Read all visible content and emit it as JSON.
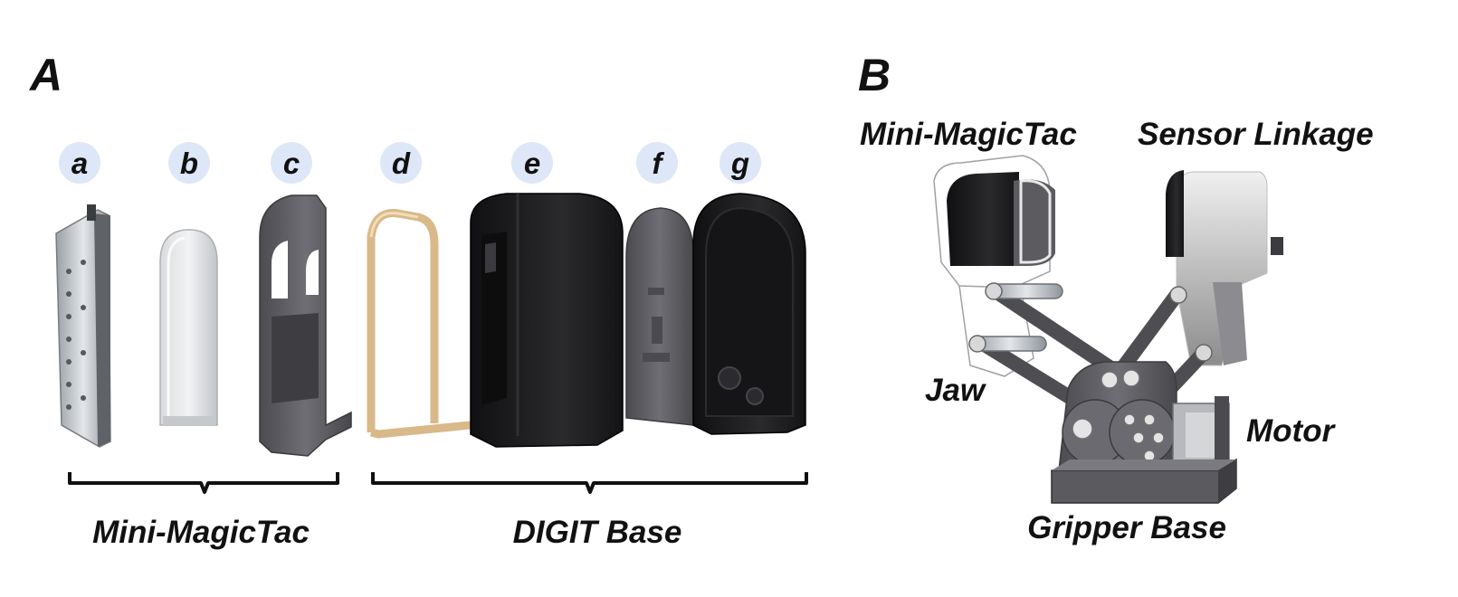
{
  "panels": {
    "a": {
      "label": "A",
      "parts": [
        "a",
        "b",
        "c",
        "d",
        "e",
        "f",
        "g"
      ],
      "groups": {
        "sensor": "Mini-MagicTac",
        "base": "DIGIT Base"
      }
    },
    "b": {
      "label": "B",
      "callouts": {
        "sensor": "Mini-MagicTac",
        "linkage": "Sensor Linkage",
        "jaw": "Jaw",
        "motor": "Motor",
        "base": "Gripper Base"
      }
    }
  },
  "colors": {
    "bubble": "#dde7f8",
    "text": "#111111",
    "dark_part": "#1d1d1f",
    "gray_part": "#5a5a5e",
    "elastic_band": "#e7cfa4",
    "silver": "#c9cdd2",
    "white_part": "#f6f6f6"
  }
}
